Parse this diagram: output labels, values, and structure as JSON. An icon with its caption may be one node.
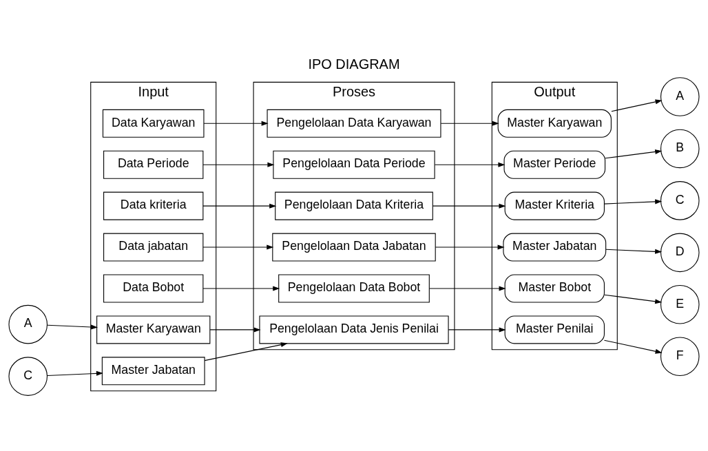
{
  "diagram": {
    "title": "IPO DIAGRAM",
    "nodes": [
      {
        "text": [
          "Input"
        ]
      },
      {
        "text": [
          "Proses"
        ]
      },
      {
        "text": [
          "Output"
        ]
      },
      {
        "text": [
          "Data Karyawan"
        ],
        "in": 0
      },
      {
        "text": [
          "Data Periode"
        ],
        "in": 0
      },
      {
        "text": [
          "Data kriteria"
        ],
        "in": 0
      },
      {
        "text": [
          "Data jabatan"
        ],
        "in": 0
      },
      {
        "text": [
          "Data Bobot"
        ],
        "in": 0
      },
      {
        "text": [
          "Master Karyawan"
        ],
        "in": 0
      },
      {
        "text": [
          "Master Jabatan"
        ],
        "in": 0
      },
      {
        "text": [
          "Pengelolaan Data Karyawan"
        ],
        "in": 1
      },
      {
        "text": [
          "Pengelolaan Data Periode"
        ],
        "in": 1
      },
      {
        "text": [
          "Pengelolaan Data Kriteria"
        ],
        "in": 1
      },
      {
        "text": [
          "Pengelolaan Data Jabatan"
        ],
        "in": 1
      },
      {
        "text": [
          "Pengelolaan Data Bobot"
        ],
        "in": 1
      },
      {
        "text": [
          "Pengelolaan Data Jenis Penilai"
        ],
        "in": 1
      },
      {
        "text": [
          "Master Karyawan"
        ],
        "in": 2
      },
      {
        "text": [
          "Master Periode"
        ],
        "in": 2
      },
      {
        "text": [
          "Master Kriteria"
        ],
        "in": 2
      },
      {
        "text": [
          "Master Jabatan"
        ],
        "in": 2
      },
      {
        "text": [
          "Master Bobot"
        ],
        "in": 2
      },
      {
        "text": [
          "Master Penilai"
        ],
        "in": 2
      },
      {
        "text": [
          "A"
        ]
      },
      {
        "text": [
          "B"
        ]
      },
      {
        "text": [
          "C"
        ]
      },
      {
        "text": [
          "D"
        ]
      },
      {
        "text": [
          "E"
        ]
      },
      {
        "text": [
          "F"
        ]
      },
      {
        "text": [
          "A"
        ]
      },
      {
        "text": [
          "C"
        ]
      }
    ],
    "edges": [
      {
        "from": 3,
        "to": 10,
        "arrow": "to"
      },
      {
        "from": 10,
        "to": 16,
        "arrow": "to"
      },
      {
        "from": 16,
        "to": 22,
        "arrow": "to"
      },
      {
        "from": 4,
        "to": 11,
        "arrow": "to"
      },
      {
        "from": 11,
        "to": 17,
        "arrow": "to"
      },
      {
        "from": 17,
        "to": 23,
        "arrow": "to"
      },
      {
        "from": 5,
        "to": 12,
        "arrow": "to"
      },
      {
        "from": 12,
        "to": 18,
        "arrow": "to"
      },
      {
        "from": 18,
        "to": 24,
        "arrow": "to"
      },
      {
        "from": 6,
        "to": 13,
        "arrow": "to"
      },
      {
        "from": 13,
        "to": 19,
        "arrow": "to"
      },
      {
        "from": 19,
        "to": 25,
        "arrow": "to"
      },
      {
        "from": 7,
        "to": 14,
        "arrow": "to"
      },
      {
        "from": 14,
        "to": 20,
        "arrow": "to"
      },
      {
        "from": 20,
        "to": 26,
        "arrow": "to"
      },
      {
        "from": 28,
        "to": 8,
        "arrow": "to"
      },
      {
        "from": 29,
        "to": 9,
        "arrow": "to"
      },
      {
        "from": 8,
        "to": 15,
        "arrow": "to"
      },
      {
        "from": 9,
        "to": 15,
        "arrow": "to"
      },
      {
        "from": 15,
        "to": 21,
        "arrow": "to"
      },
      {
        "from": 21,
        "to": 27,
        "arrow": "to"
      }
    ]
  }
}
